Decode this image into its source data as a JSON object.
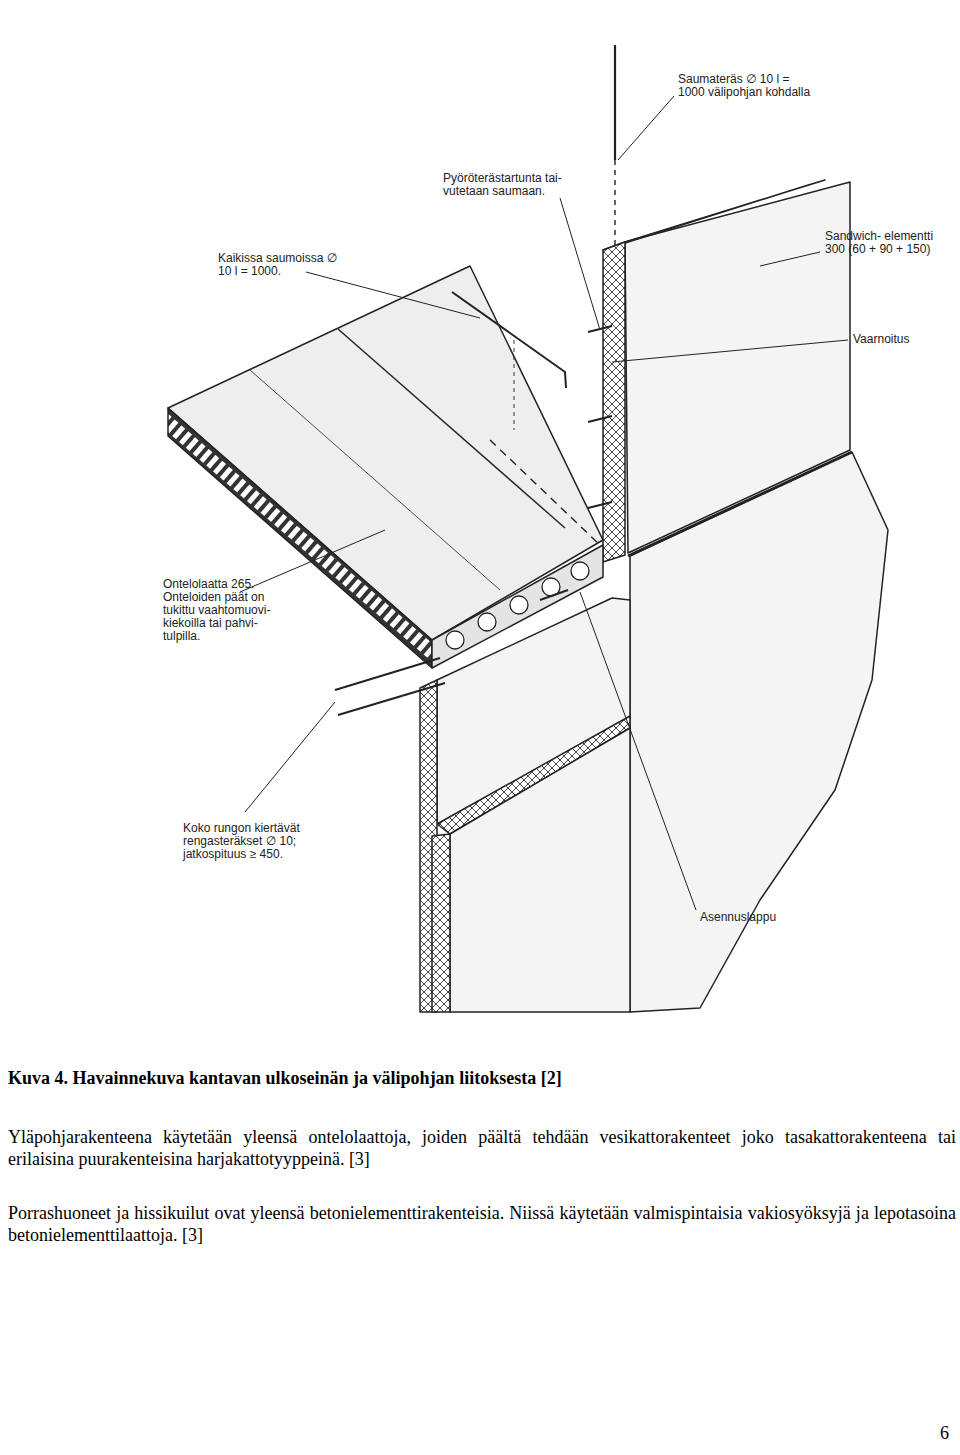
{
  "diagram": {
    "caption": "Kuva 4. Havainnekuva kantavan ulkoseinän ja välipohjan liitoksesta [2]",
    "labels": [
      "Saumateräs ∅ 10 l = 1000 välipohjan kohdalla",
      "Pyöröterästartunta tai- vutetaan saumaan.",
      "Kaikissa saumoissa ∅ 10 l = 1000.",
      "Sandwich- elementti 300 (60 + 90 + 150)",
      "Vaarnoitus",
      "Ontelolaatta 265. Onteloiden päät on tukittu vaahtomuovi- kiekoilla tai pahvi- tulpilla.",
      "Koko rungon kiertävät rengasteräkset ∅ 10; jatkospituus ≥ 450.",
      "Asennuslappu",
      "Yläpohjarakenteena käytetään yleensä ontelolaattoja, joiden päältä tehdään vesikattorakenteet joko tasakattorakenteena tai erilaisina puurakenteisina harjakattotyyppeinä. [3]",
      "Porrashuoneet ja hissikuilut ovat yleensä betonielementtirakenteisia. Niissä käytetään valmispintaisia vakiosyöksyjä ja lepotasoina betonielementtilaattoja. [3]",
      "6"
    ]
  }
}
